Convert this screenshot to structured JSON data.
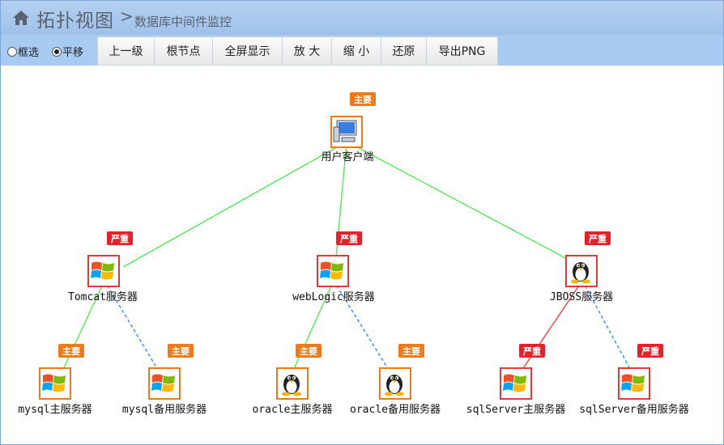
{
  "header": {
    "title": "拓扑视图",
    "separator": ">",
    "subtitle": "数据库中间件监控"
  },
  "toolbar": {
    "radios": [
      {
        "label": "框选",
        "checked": false
      },
      {
        "label": "平移",
        "checked": true
      }
    ],
    "buttons": [
      "上一级",
      "根节点",
      "全屏显示",
      "放 大",
      "缩 小",
      "还原",
      "导出PNG"
    ]
  },
  "nodes": {
    "client": {
      "label": "用户客户端",
      "badge": "主要",
      "icon": "desktop-computer-icon"
    },
    "tomcat": {
      "label": "Tomcat服务器",
      "badge": "严重",
      "icon": "windows-logo-icon"
    },
    "weblogic": {
      "label": "webLogic服务器",
      "badge": "严重",
      "icon": "windows-logo-icon"
    },
    "jboss": {
      "label": "JBOSS服务器",
      "badge": "严重",
      "icon": "linux-penguin-icon"
    },
    "mysql_main": {
      "label": "mysql主服务器",
      "badge": "主要",
      "icon": "windows-logo-icon"
    },
    "mysql_backup": {
      "label": "mysql备用服务器",
      "badge": "主要",
      "icon": "windows-logo-icon"
    },
    "oracle_main": {
      "label": "oracle主服务器",
      "badge": "主要",
      "icon": "linux-penguin-icon"
    },
    "oracle_backup": {
      "label": "oracle备用服务器",
      "badge": "主要",
      "icon": "linux-penguin-icon"
    },
    "sqlserver_main": {
      "label": "sqlServer主服务器",
      "badge": "严重",
      "icon": "windows-logo-icon"
    },
    "sqlserver_backup": {
      "label": "sqlServer备用服务器",
      "badge": "严重",
      "icon": "windows-logo-icon"
    }
  },
  "colors": {
    "header_bg": "#9fc1ea",
    "toolbar_bg": "#a8cbf2",
    "link_ok": "#55e855",
    "link_alarm": "#f04040",
    "link_backup": "#3a8ee8",
    "badge_main": "#f07a18",
    "badge_severe": "#e8202a"
  }
}
